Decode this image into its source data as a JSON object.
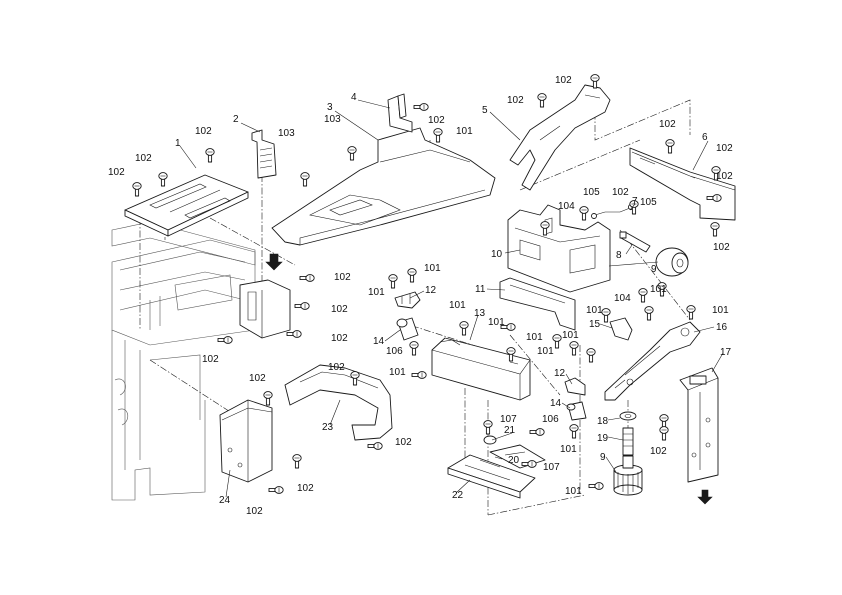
{
  "callouts": {
    "c1": "1",
    "c2": "2",
    "c3": "3",
    "c4": "4",
    "c5": "5",
    "c6": "6",
    "c7": "7",
    "c8": "8",
    "c9": "9",
    "c9b": "9",
    "c10": "10",
    "c11": "11",
    "c12": "12",
    "c12b": "12",
    "c13": "13",
    "c14": "14",
    "c14b": "14",
    "c15": "15",
    "c16": "16",
    "c17": "17",
    "c18": "18",
    "c19": "19",
    "c20": "20",
    "c21": "21",
    "c22": "22",
    "c23": "23",
    "c24": "24",
    "s101a": "101",
    "s101b": "101",
    "s101c": "101",
    "s101d": "101",
    "s101e": "101",
    "s101f": "101",
    "s101g": "101",
    "s101h": "101",
    "s101i": "101",
    "s101j": "101",
    "s101k": "101",
    "s101l": "101",
    "s101m": "101",
    "s101n": "101",
    "s102a": "102",
    "s102b": "102",
    "s102c": "102",
    "s102d": "102",
    "s102e": "102",
    "s102f": "102",
    "s102g": "102",
    "s102h": "102",
    "s102i": "102",
    "s102j": "102",
    "s102k": "102",
    "s102l": "102",
    "s102m": "102",
    "s102n": "102",
    "s102o": "102",
    "s102p": "102",
    "s102q": "102",
    "s102r": "102",
    "s102s": "102",
    "s102t": "102",
    "s102u": "102",
    "s103a": "103",
    "s103b": "103",
    "s104a": "104",
    "s104b": "104",
    "s105a": "105",
    "s105b": "105",
    "s106a": "106",
    "s106b": "106",
    "s107a": "107",
    "s107b": "107"
  }
}
